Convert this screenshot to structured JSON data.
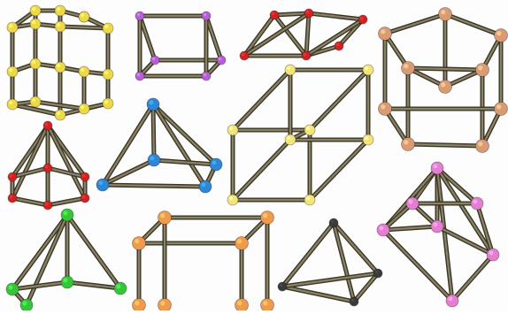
{
  "image": {
    "background": "#fdfdfd",
    "rod_color": "#8b8366",
    "rod_outline": "#3b3626"
  },
  "models": [
    {
      "id": "hexagonal-prism",
      "color": "#ecd84a"
    },
    {
      "id": "cube-purple",
      "color": "#b45fd6"
    },
    {
      "id": "triangular-prism-red",
      "color": "#cf2323"
    },
    {
      "id": "pentagonal-prism-brown",
      "color": "#d99b73"
    },
    {
      "id": "pentagonal-pyramid-red",
      "color": "#cf2323"
    },
    {
      "id": "tetrahedron-blue",
      "color": "#2f86d4"
    },
    {
      "id": "cuboid-yellow",
      "color": "#f2e47a"
    },
    {
      "id": "square-pyramid-pink",
      "color": "#e47fd0"
    },
    {
      "id": "pyramid-green",
      "color": "#38c43a"
    },
    {
      "id": "cube-orange",
      "color": "#ef9a4e"
    },
    {
      "id": "tetrahedron-black",
      "color": "#3a3a3a"
    }
  ]
}
